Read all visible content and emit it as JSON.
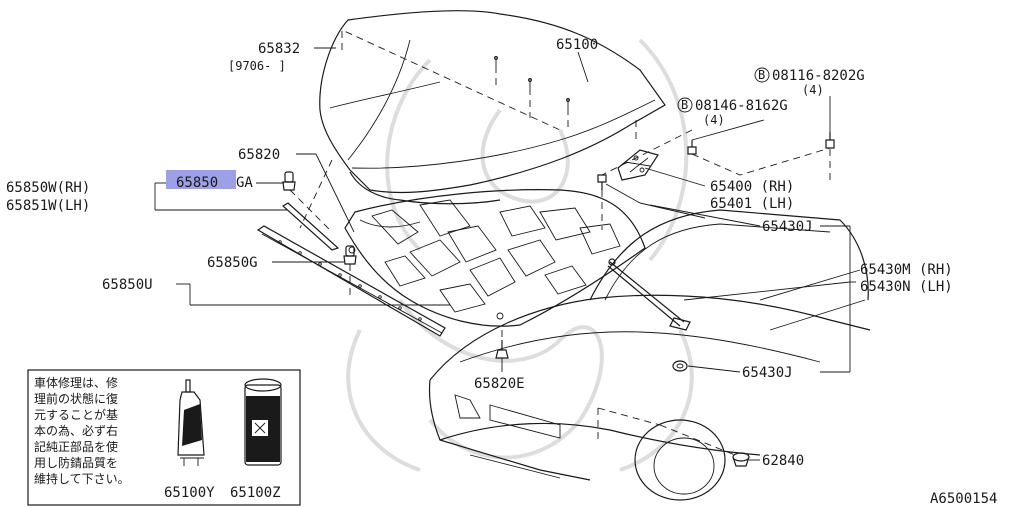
{
  "labels": {
    "p65832": "65832",
    "p9706": "[9706-      ]",
    "p65100": "65100",
    "bolt1_part": "08116-8202G",
    "bolt1_qty": "(4)",
    "bolt2_part": "08146-8162G",
    "bolt2_qty": "(4)",
    "bolt_mark": "B",
    "p65820": "65820",
    "p65850w": "65850W(RH)",
    "p65851w": "65851W(LH)",
    "p65850ga_hl": "65850",
    "p65850ga_rest": "GA",
    "p65400": "65400 (RH)",
    "p65401": "65401 (LH)",
    "p65430j_a": "65430J",
    "p65850g": "65850G",
    "p65850u": "65850U",
    "p65430m": "65430M (RH)",
    "p65430n": "65430N (LH)",
    "p65820e": "65820E",
    "p65430j_b": "65430J",
    "p62840": "62840",
    "p65100y": "65100Y",
    "p65100z": "65100Z",
    "diagram_id": "A6500154"
  },
  "note": {
    "lines": [
      "車体修理は、修",
      "理前の状態に復",
      "元することが基",
      "本の為、必ず右",
      "記純正部品を使",
      "用し防錆品質を",
      "維持して下さい。"
    ]
  },
  "highlight_color": "#8b8fe0"
}
